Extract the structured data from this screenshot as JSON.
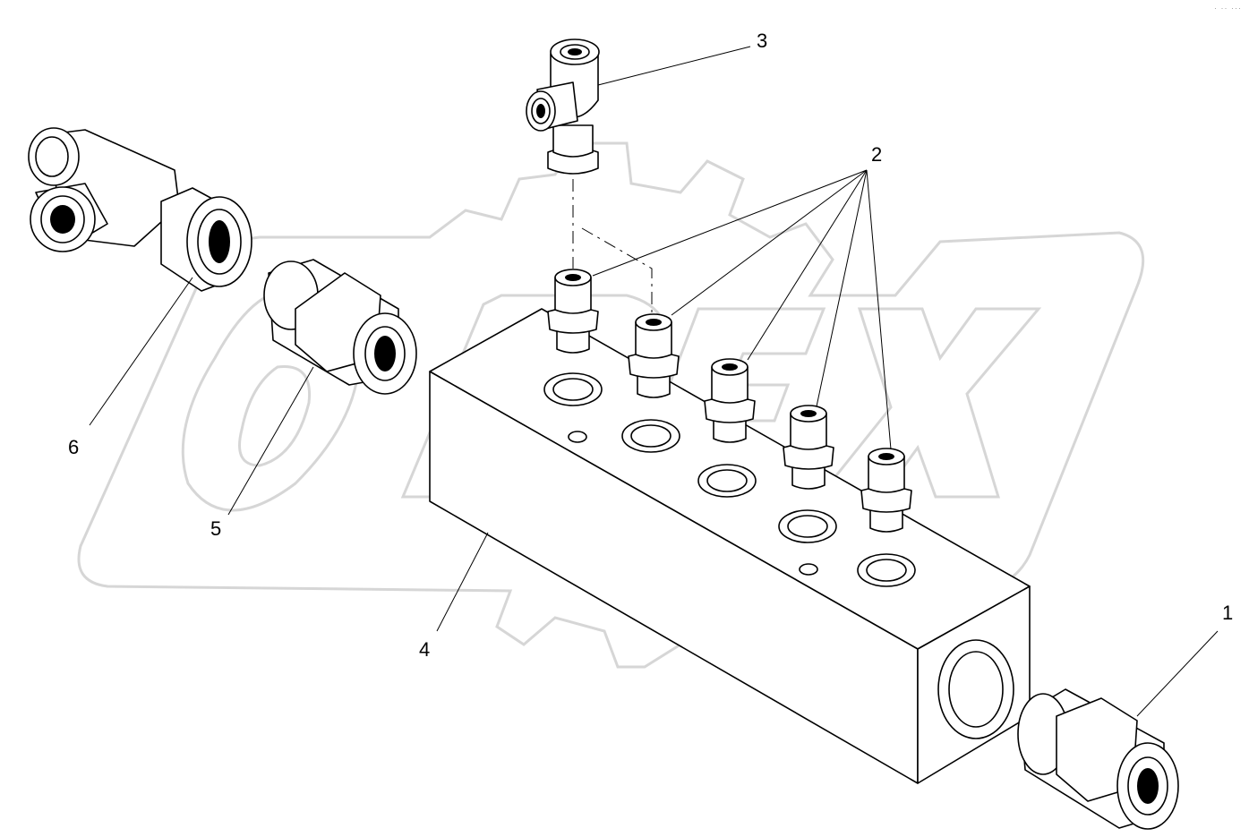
{
  "diagram": {
    "callouts": [
      {
        "id": "1",
        "label": "1"
      },
      {
        "id": "2",
        "label": "2"
      },
      {
        "id": "3",
        "label": "3"
      },
      {
        "id": "4",
        "label": "4"
      },
      {
        "id": "5",
        "label": "5"
      },
      {
        "id": "6",
        "label": "6"
      }
    ],
    "watermark": "OPEX",
    "colors": {
      "line": "#000000",
      "watermark": "#d6d6d6",
      "background": "#ffffff"
    }
  }
}
